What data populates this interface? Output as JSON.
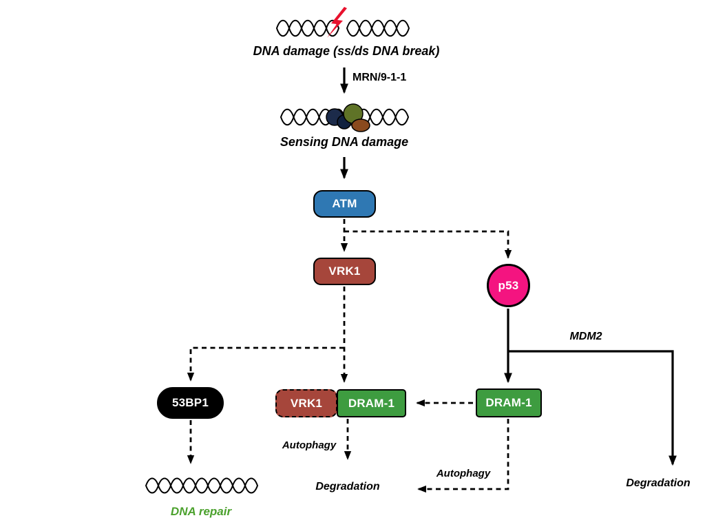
{
  "diagram": {
    "top": {
      "dna_damage_label": "DNA damage (ss/ds DNA break)",
      "mrn_label": "MRN/9-1-1",
      "sensing_label": "Sensing DNA damage"
    },
    "nodes": {
      "atm": {
        "label": "ATM",
        "color": "#2f78b3"
      },
      "vrk1": {
        "label": "VRK1",
        "color": "#a6463b"
      },
      "p53": {
        "label": "p53",
        "color": "#f41480"
      },
      "bp53": {
        "label": "53BP1",
        "color": "#000000"
      },
      "vrk1_dashed": {
        "label": "VRK1",
        "color": "#a6463b"
      },
      "dram1_complex": {
        "label": "DRAM-1",
        "color": "#3e9c40"
      },
      "dram1": {
        "label": "DRAM-1",
        "color": "#3e9c40"
      }
    },
    "labels": {
      "mdm2": "MDM2",
      "autophagy_left": "Autophagy",
      "degradation_center": "Degradation",
      "autophagy_right": "Autophagy",
      "degradation_right": "Degradation",
      "dna_repair": "DNA repair"
    },
    "colors": {
      "dna_repair_text": "#4ba12d",
      "lightning_bolt": "#e8112d",
      "sensor_blob_navy": "#1c2b4a",
      "sensor_blob_olive": "#5f7327",
      "sensor_blob_brown": "#8a4a1e",
      "line": "#000000"
    }
  }
}
